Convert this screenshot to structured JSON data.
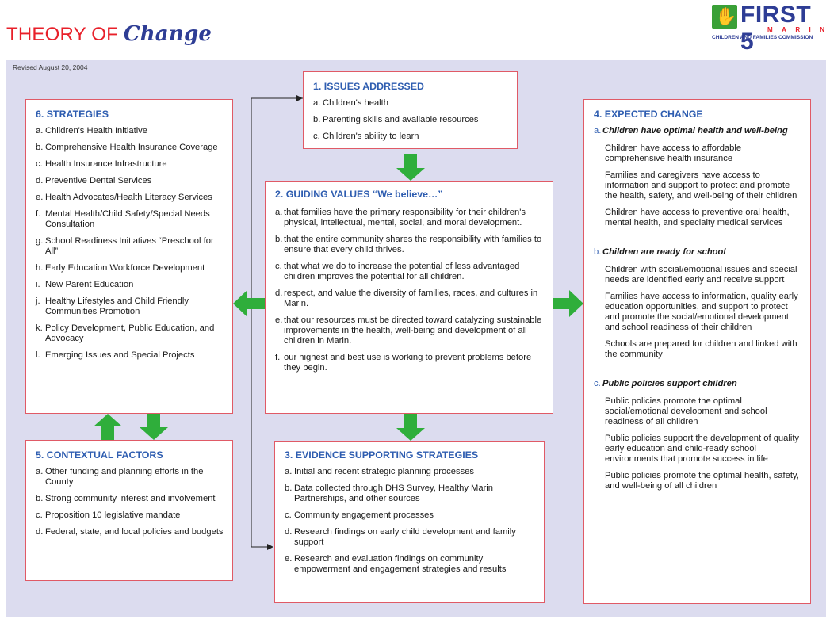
{
  "header": {
    "title_prefix": "THEORY OF",
    "title_script": "Change",
    "revised": "Revised August 20, 2004"
  },
  "logo": {
    "name": "FIRST 5",
    "region_letters": [
      "M",
      "A",
      "R",
      "I",
      "N"
    ],
    "subtitle": "CHILDREN AND FAMILIES COMMISSION"
  },
  "colors": {
    "title_red": "#e8202a",
    "heading_blue": "#2e5db0",
    "arrow_green": "#2fae3b",
    "box_border": "#e05a66",
    "background": "#dcdcef"
  },
  "issues": {
    "heading": "1. ISSUES ADDRESSED",
    "items": [
      {
        "letter": "a.",
        "text": "Children's health"
      },
      {
        "letter": "b.",
        "text": "Parenting skills and available resources"
      },
      {
        "letter": "c.",
        "text": "Children's ability to learn"
      }
    ]
  },
  "values": {
    "heading": "2. GUIDING VALUES “We believe…”",
    "items": [
      {
        "letter": "a.",
        "text": "that families have the primary responsibility for their children's physical, intellectual, mental, social, and moral development."
      },
      {
        "letter": "b.",
        "text": "that the entire community shares the responsibility with families to ensure that every child thrives."
      },
      {
        "letter": "c.",
        "text": "that what we do to increase the potential of less advantaged children improves the potential for all children."
      },
      {
        "letter": "d.",
        "text": "respect, and value the diversity of families, races, and cultures in Marin."
      },
      {
        "letter": "e.",
        "text": "that our resources must be directed  toward catalyzing sustainable improvements in the health, well-being and development of all children in Marin."
      },
      {
        "letter": "f.",
        "text": "our highest and best use is working to prevent problems before they begin."
      }
    ]
  },
  "evidence": {
    "heading": "3. EVIDENCE SUPPORTING STRATEGIES",
    "items": [
      {
        "letter": "a.",
        "text": "Initial and recent strategic planning processes"
      },
      {
        "letter": "b.",
        "text": "Data collected through DHS Survey, Healthy Marin Partnerships, and other sources"
      },
      {
        "letter": "c.",
        "text": "Community engagement processes"
      },
      {
        "letter": "d.",
        "text": "Research findings on early child development and family support"
      },
      {
        "letter": "e.",
        "text": "Research and evaluation findings on community empowerment and engagement strategies and results"
      }
    ]
  },
  "expected": {
    "heading": "4. EXPECTED CHANGE",
    "sections": [
      {
        "letter": "a.",
        "title": "Children have optimal health and well-being",
        "items": [
          "Children have access to affordable comprehensive health insurance",
          "Families and caregivers have access to information and support to protect and promote the health, safety, and well-being of their children",
          "Children have access to preventive oral health, mental health, and specialty medical services"
        ]
      },
      {
        "letter": "b.",
        "title": "Children are ready for school",
        "items": [
          "Children with social/emotional issues and special needs are identified early and receive support",
          "Families have access to information, quality early education opportunities, and support to protect and promote the social/emotional development and school readiness of their children",
          "Schools are prepared for children and linked with the community"
        ]
      },
      {
        "letter": "c.",
        "title": "Public policies support children",
        "items": [
          "Public policies promote the optimal social/emotional development and school readiness of all children",
          "Public policies support the development of quality early education and child-ready school environments that promote success in life",
          "Public policies promote the optimal health, safety, and well-being of all children"
        ]
      }
    ]
  },
  "contextual": {
    "heading": "5. CONTEXTUAL FACTORS",
    "items": [
      {
        "letter": "a.",
        "text": "Other funding and planning efforts in the County"
      },
      {
        "letter": "b.",
        "text": "Strong community interest and involvement"
      },
      {
        "letter": "c.",
        "text": "Proposition 10 legislative mandate"
      },
      {
        "letter": "d.",
        "text": "Federal, state, and local policies and budgets"
      }
    ]
  },
  "strategies": {
    "heading": "6. STRATEGIES",
    "items": [
      {
        "letter": "a.",
        "text": "Children's Health Initiative"
      },
      {
        "letter": "b.",
        "text": "Comprehensive Health Insurance Coverage"
      },
      {
        "letter": "c.",
        "text": "Health Insurance Infrastructure"
      },
      {
        "letter": "d.",
        "text": "Preventive Dental Services"
      },
      {
        "letter": "e.",
        "text": "Health Advocates/Health Literacy Services"
      },
      {
        "letter": "f.",
        "text": "Mental Health/Child Safety/Special Needs Consultation"
      },
      {
        "letter": "g.",
        "text": "School Readiness Initiatives “Preschool for All”"
      },
      {
        "letter": "h.",
        "text": "Early Education Workforce Development"
      },
      {
        "letter": "i.",
        "text": "New Parent Education"
      },
      {
        "letter": "j.",
        "text": "Healthy Lifestyles and Child Friendly Communities Promotion"
      },
      {
        "letter": "k.",
        "text": "Policy Development, Public Education, and Advocacy"
      },
      {
        "letter": "l.",
        "text": "Emerging Issues and Special Projects"
      }
    ]
  }
}
